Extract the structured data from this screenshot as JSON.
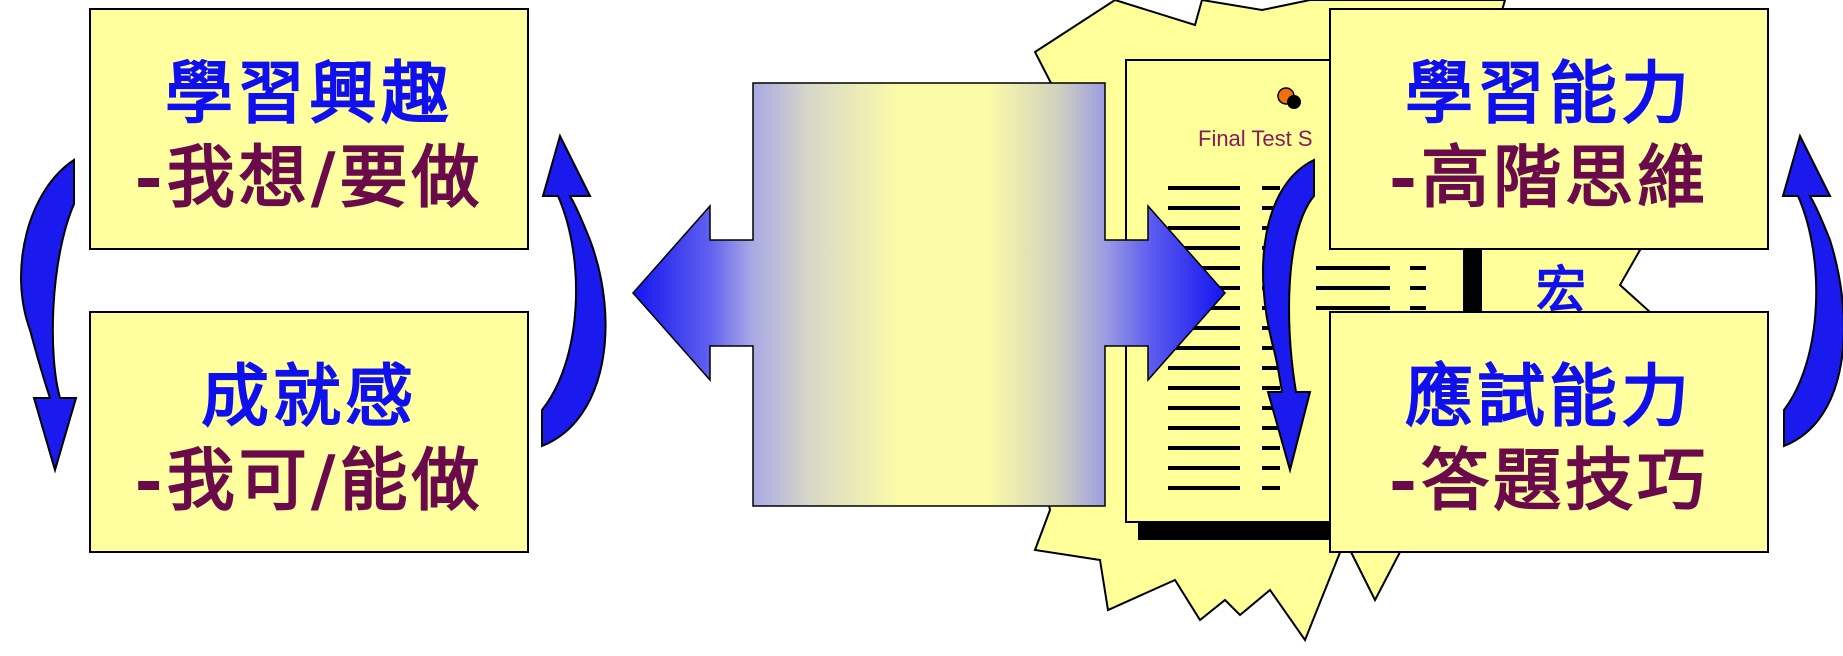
{
  "boxes": {
    "interest": {
      "line1": "學習興趣",
      "line2": "-我想/要做"
    },
    "achievement": {
      "line1": "成就感",
      "line2": "-我可/能做"
    },
    "ability": {
      "line1": "學習能力",
      "line2": "-高階思維"
    },
    "exam": {
      "line1": "應試能力",
      "line2": "-答題技巧"
    }
  },
  "test_sheet": {
    "title": "Final Test S"
  },
  "partial_label": "宏",
  "colors": {
    "box_fill": "#ffffa0",
    "title_text": "#1010ee",
    "subtitle_text": "#6a0a4a",
    "arrow_blue": "#1a1aee",
    "burst_fill": "#ffff99",
    "sheet_title": "#8b1a5a"
  },
  "icons": [
    "double-headed-arrow",
    "curved-cycle-arrow",
    "starburst",
    "test-sheet"
  ]
}
